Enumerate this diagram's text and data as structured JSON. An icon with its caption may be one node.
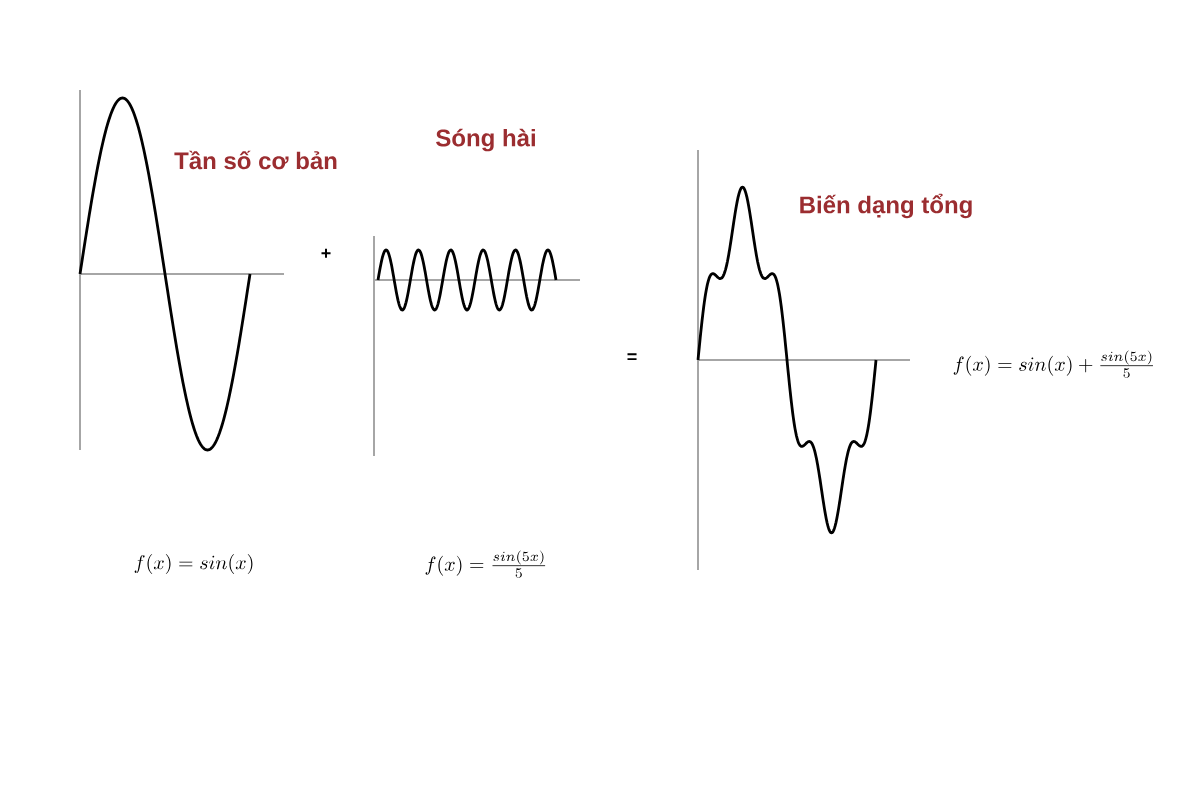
{
  "diagram": {
    "labels": [
      "Tần số cơ bản",
      "Sóng hài",
      "+",
      "=",
      "Biến dạng tổng",
      "f(x) = sin(x) + \\frac{sin(5x)}{5}",
      "f(x) = sin(x)",
      "f(x) = \\frac{sin(5x)}{5}"
    ]
  }
}
